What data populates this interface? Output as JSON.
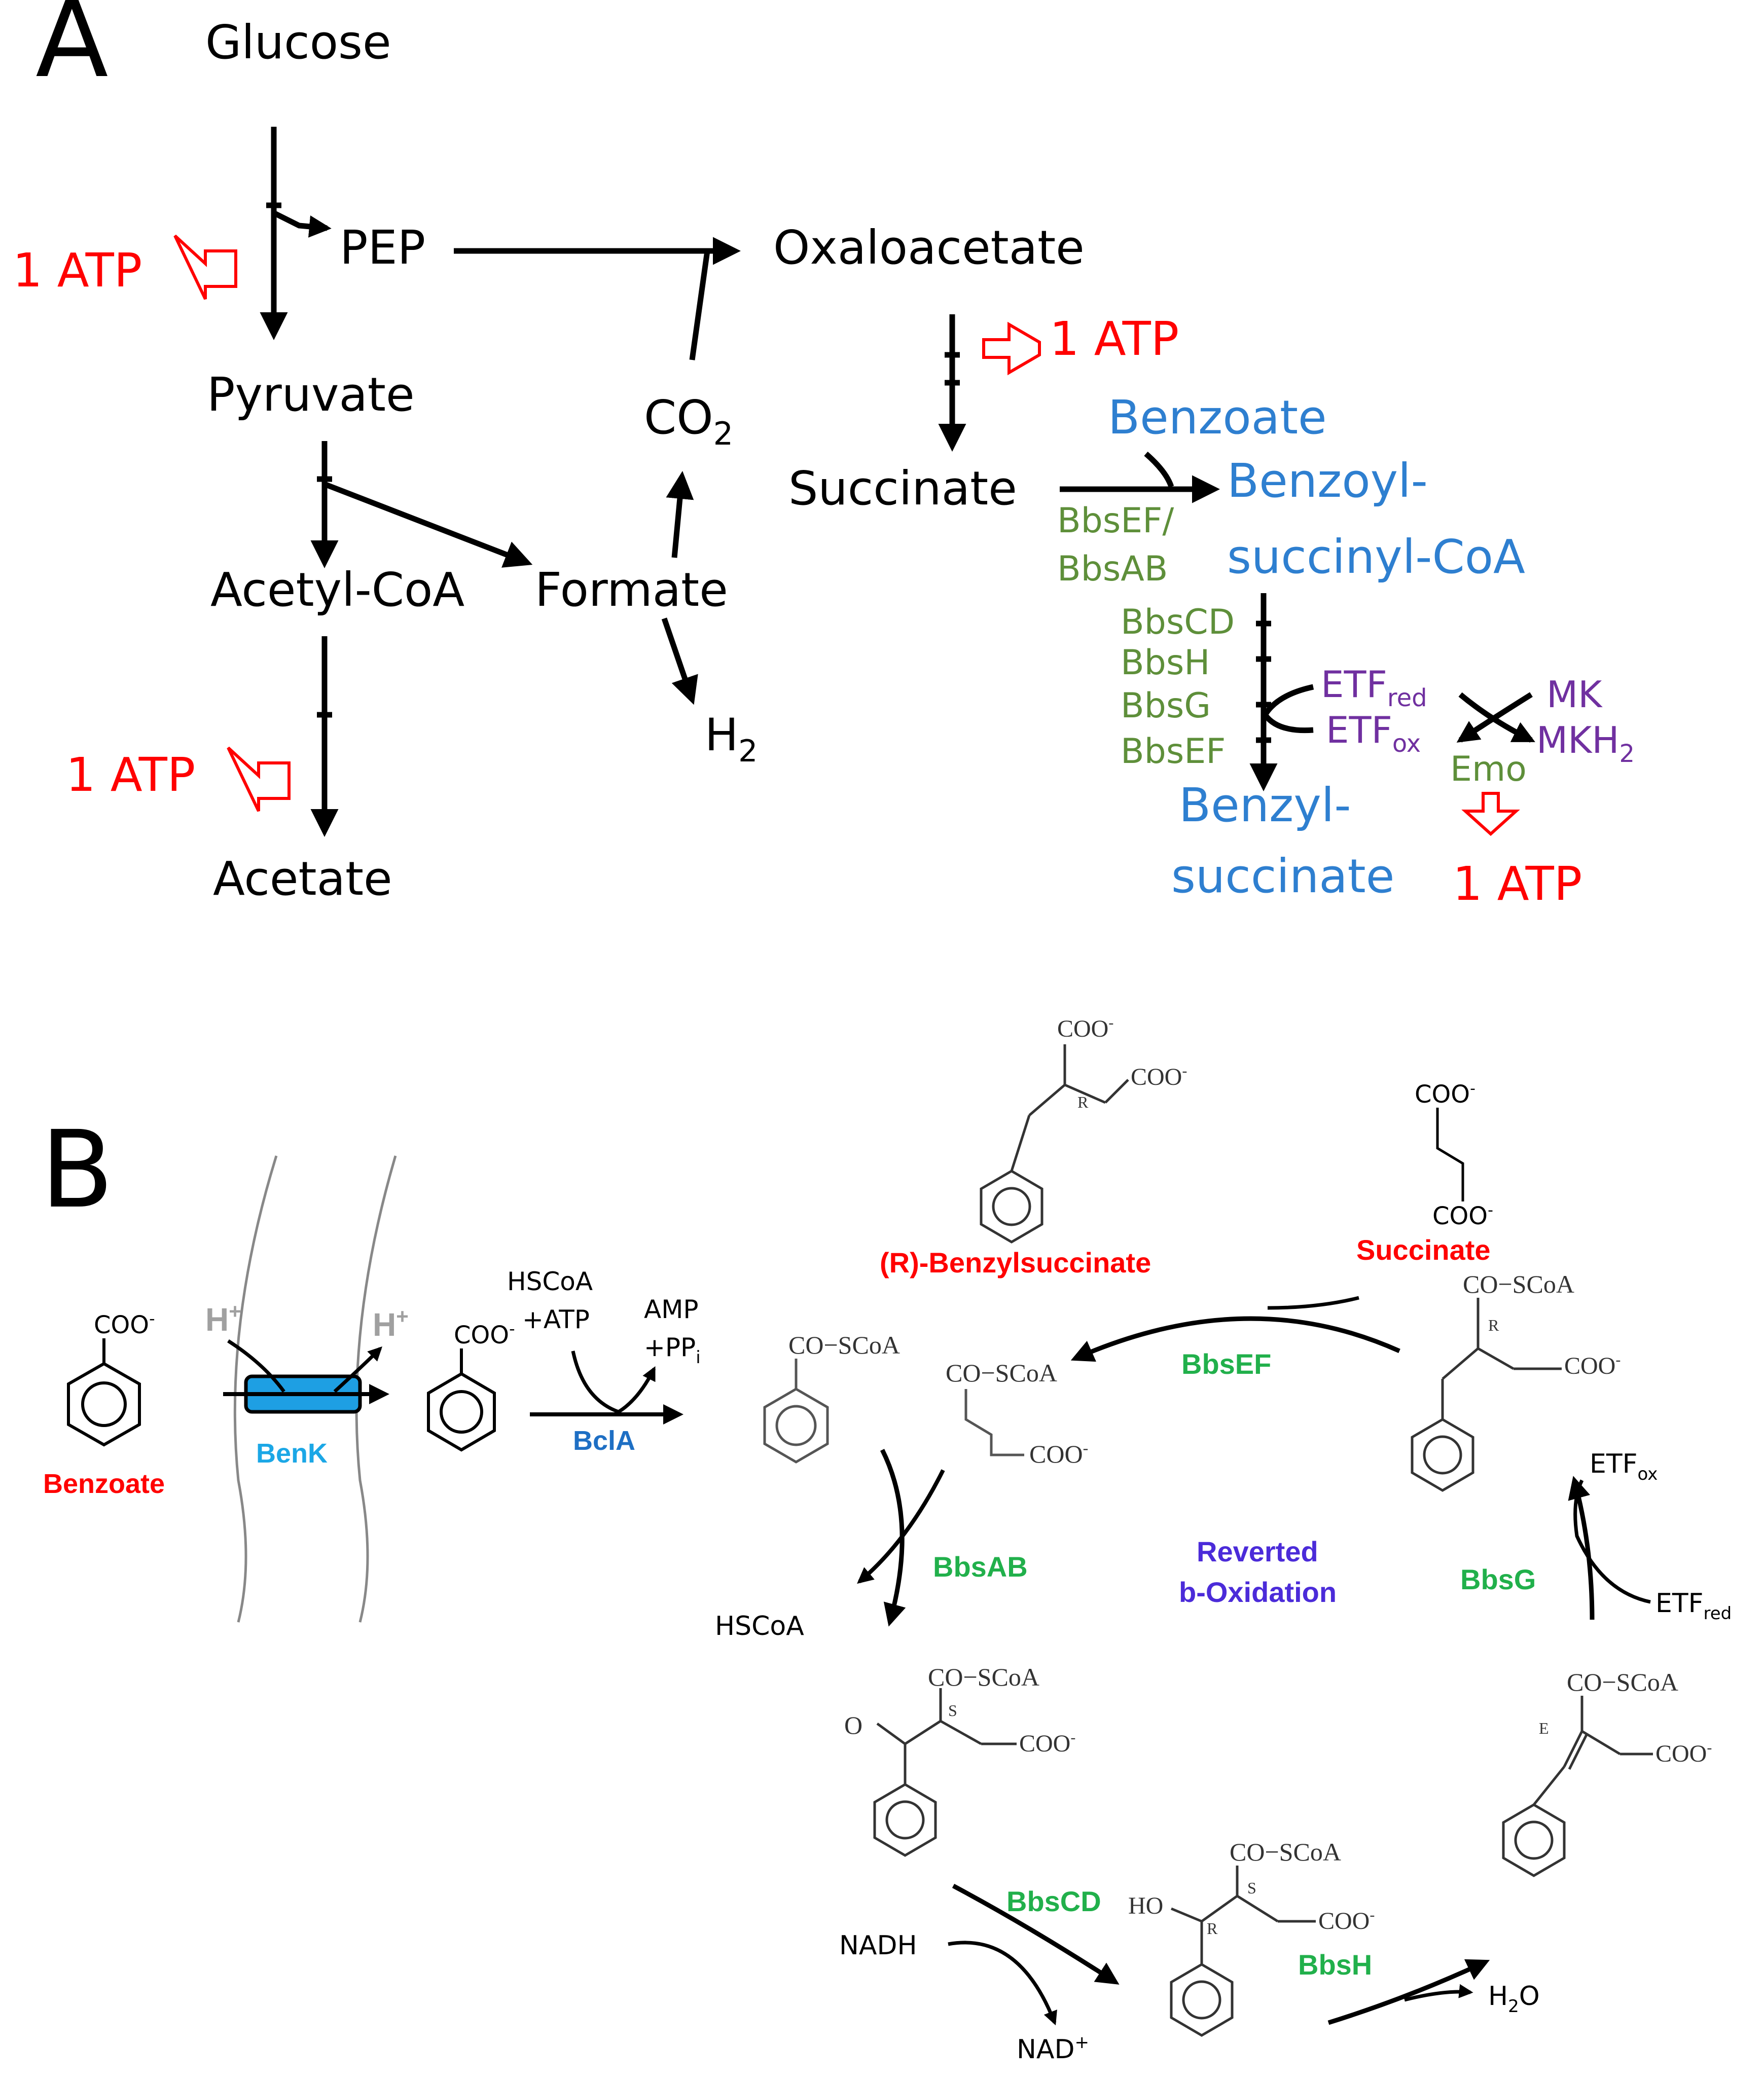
{
  "colors": {
    "black": "#000000",
    "red": "#ff0000",
    "blue_a": "#2e7fd0",
    "green_a": "#5e8f3a",
    "purple": "#7030a0",
    "green_b": "#21b04b",
    "blue_b": "#1e6fc4",
    "cyan": "#1ba7e6",
    "violet": "#4b2bd9",
    "grey": "#a0a0a0"
  },
  "panel_a": {
    "label": "A",
    "glucose": "Glucose",
    "pep": "PEP",
    "oxaloacetate": "Oxaloacetate",
    "atp_glycolysis": "1 ATP",
    "atp_oxaloacetate": "1 ATP",
    "pyruvate": "Pyruvate",
    "co2": "CO",
    "co2_sub": "2",
    "succinate": "Succinate",
    "benzoate": "Benzoate",
    "benzoyl_succinyl_coa_1": "Benzoyl-",
    "benzoyl_succinyl_coa_2": "succinyl-CoA",
    "bbsef_bbsab_1": "BbsEF/",
    "bbsef_bbsab_2": "BbsAB",
    "acetyl_coa": "Acetyl-CoA",
    "formate": "Formate",
    "bbscd": "BbsCD",
    "bbsh": "BbsH",
    "bbsg": "BbsG",
    "bbsef": "BbsEF",
    "etf_red": "ETF",
    "etf_red_sub": "red",
    "etf_ox": "ETF",
    "etf_ox_sub": "ox",
    "mk": "MK",
    "mkh2": "MKH",
    "mkh2_sub": "2",
    "emo": "Emo",
    "h2": "H",
    "h2_sub": "2",
    "atp_acetate": "1 ATP",
    "benzyl_succinate_1": "Benzyl-",
    "benzyl_succinate_2": "succinate",
    "atp_emo": "1 ATP",
    "acetate": "Acetate"
  },
  "panel_b": {
    "label": "B",
    "benzoate": "Benzoate",
    "benk": "BenK",
    "h_plus_in": "H",
    "h_plus_out": "H",
    "h_plus_sup": "+",
    "coo_1": "COO",
    "coo_2": "COO",
    "hscoa_atp_1": "HSCoA",
    "hscoa_atp_2": "+ATP",
    "amp_ppi_1": "AMP",
    "amp_ppi_2": "+PP",
    "amp_ppi_sub": "i",
    "bcla": "BclA",
    "benzoyl_coa_label": "CO−SCoA",
    "succinyl_coa_co": "CO−SCoA",
    "succinyl_coa_coo": "COO",
    "r_benzylsuccinate": "(R)-Benzylsuccinate",
    "succinate": "Succinate",
    "bbsef": "BbsEF",
    "bbsab": "BbsAB",
    "reverted_1": "Reverted",
    "reverted_2": "b-Oxidation",
    "bbsg": "BbsG",
    "etf_ox": "ETF",
    "etf_ox_sub": "ox",
    "etf_red": "ETF",
    "etf_red_sub": "red",
    "hscoa": "HSCoA",
    "bbscd": "BbsCD",
    "bbsh": "BbsH",
    "nadh": "NADH",
    "nad_plus": "NAD",
    "h2o": "H",
    "h2o_sub": "2",
    "h2o_o": "O",
    "co_scoa": "CO−SCoA",
    "coo": "COO",
    "minus": "-",
    "o": "O",
    "ho": "HO",
    "r": "R",
    "s": "S",
    "e": "E"
  }
}
